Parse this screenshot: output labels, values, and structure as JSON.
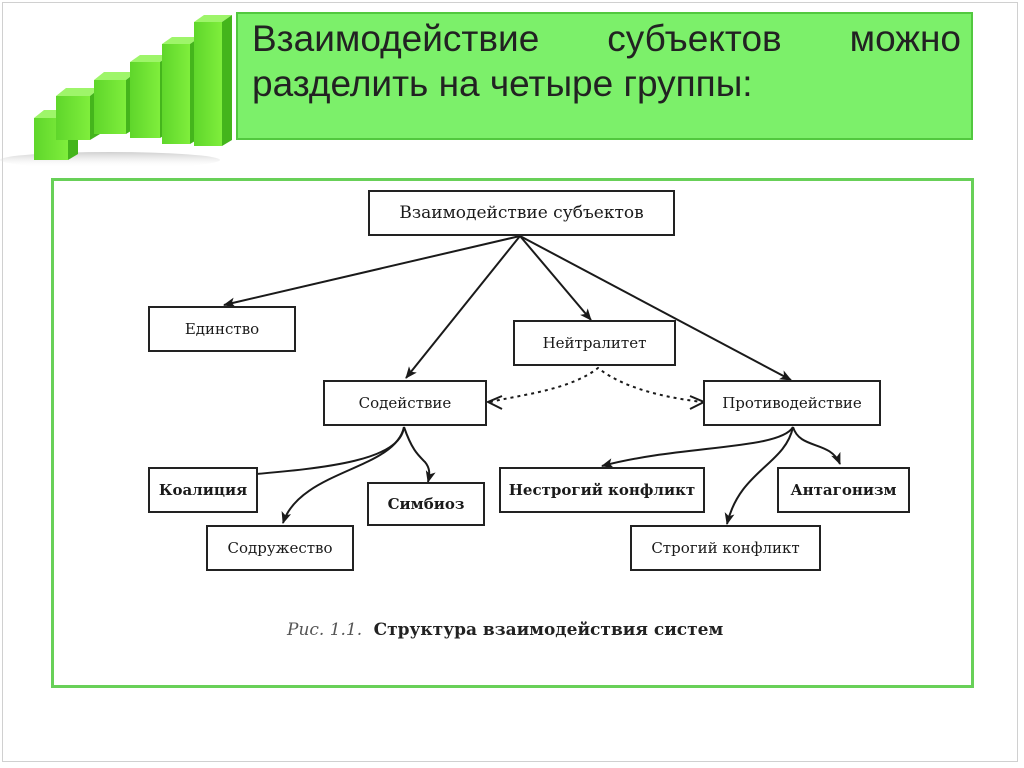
{
  "slide": {
    "title": "Взаимодействие субъектов можно разделить на четыре группы:"
  },
  "figure": {
    "nodes": {
      "root": "Взаимодействие субъектов",
      "unity": "Единство",
      "neutrality": "Нейтралитет",
      "cooperation": "Содействие",
      "opposition": "Противодействие",
      "coalition": "Коалиция",
      "commonwealth": "Содружество",
      "symbiosis": "Симбиоз",
      "soft_conflict": "Нестрогий конфликт",
      "antagonism": "Антагонизм",
      "strict_conflict": "Строгий конфликт"
    },
    "caption_number": "Рис. 1.1.",
    "caption_title": "Структура взаимодействия систем"
  },
  "colors": {
    "title_background": "#7cf06a",
    "frame_green": "#68d058",
    "logo_green": "#66dd33"
  }
}
